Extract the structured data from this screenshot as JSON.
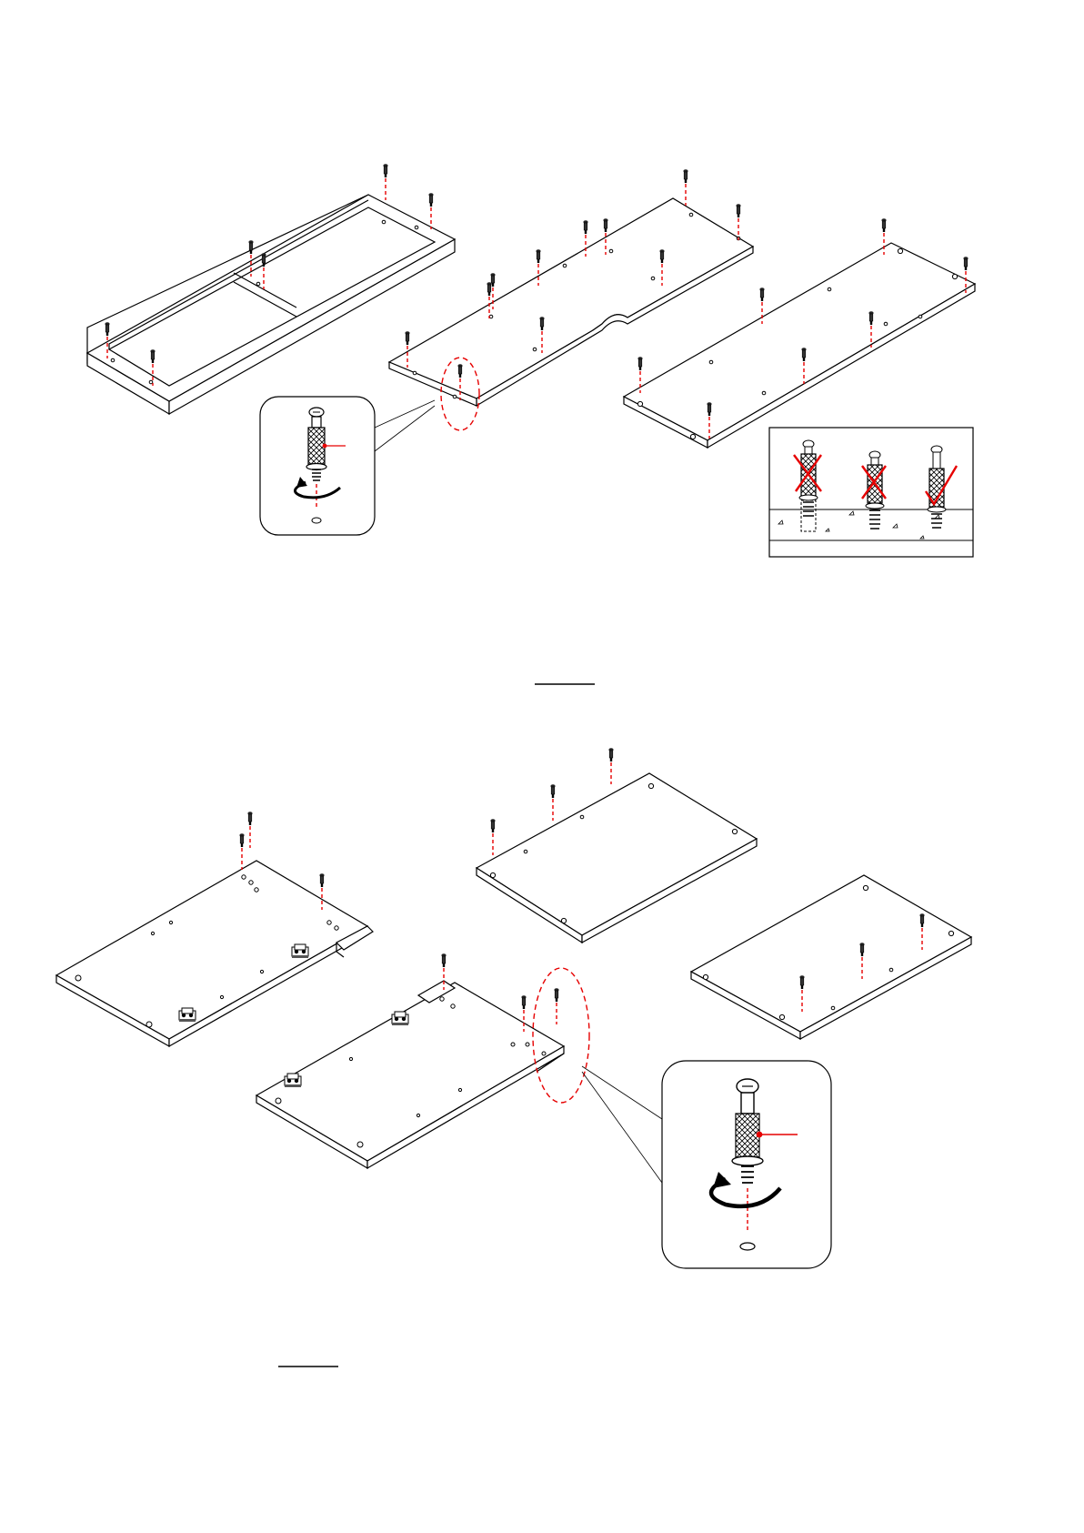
{
  "page": {
    "background": "#ffffff",
    "line_color": "#000000",
    "accent_color": "#e60000"
  },
  "top_section": {
    "parts": [
      "frame-panel",
      "notched-panel",
      "long-panel"
    ],
    "detail_callout": {
      "icon": "cam-bolt-screw-in-icon"
    },
    "correct_depth_inset": {
      "items": [
        {
          "icon": "bolt-too-deep-icon",
          "status": "wrong"
        },
        {
          "icon": "bolt-too-high-icon",
          "status": "wrong"
        },
        {
          "icon": "bolt-correct-depth-icon",
          "status": "correct"
        }
      ]
    },
    "step_label": ""
  },
  "bottom_section": {
    "parts": [
      "left-hinge-panel",
      "center-hinge-panel",
      "top-small-panel",
      "right-small-panel"
    ],
    "detail_callout": {
      "icon": "cam-bolt-screw-in-icon"
    },
    "step_label": ""
  }
}
